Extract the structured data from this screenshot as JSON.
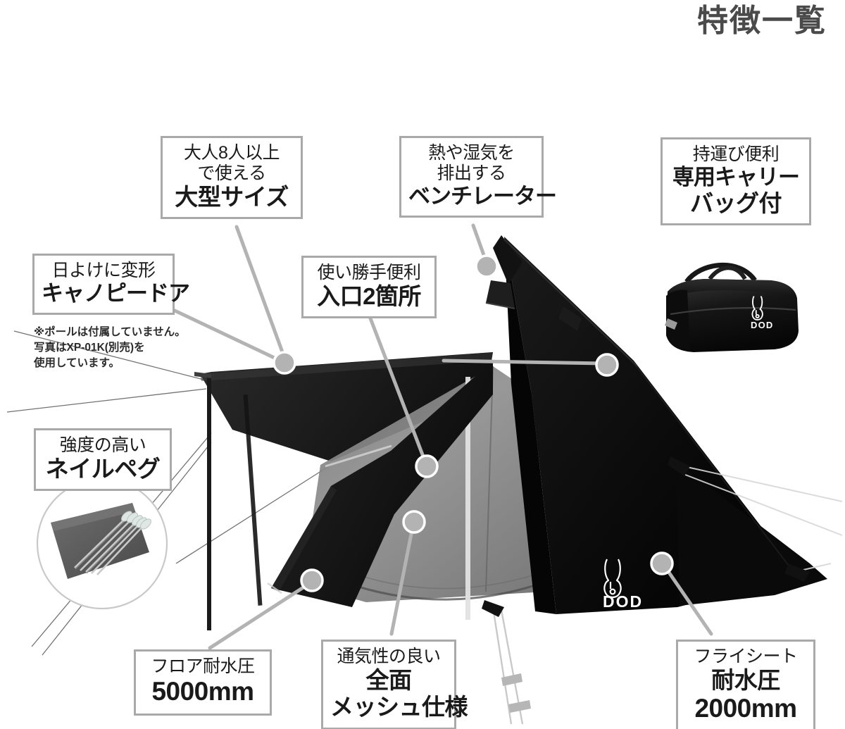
{
  "header": {
    "title": "特徴一覧"
  },
  "note": {
    "lines": [
      "※ポールは付属していません。",
      "写真はXP-01K(別売)を",
      "使用しています。"
    ]
  },
  "callouts": [
    {
      "id": "large-size",
      "lines": [
        "大人8人以上",
        "で使える",
        "大型サイズ"
      ],
      "emphasis": [
        false,
        false,
        true
      ]
    },
    {
      "id": "ventilator",
      "lines": [
        "熱や湿気を",
        "排出する",
        "ベンチレーター"
      ],
      "emphasis": [
        false,
        false,
        true
      ]
    },
    {
      "id": "carry-bag",
      "lines": [
        "持運び便利",
        "専用キャリー",
        "バッグ付"
      ],
      "emphasis": [
        false,
        true,
        true
      ]
    },
    {
      "id": "canopy-door",
      "lines": [
        "日よけに変形",
        "キャノピードア"
      ],
      "emphasis": [
        false,
        true
      ]
    },
    {
      "id": "two-entrances",
      "lines": [
        "使い勝手便利",
        "入口2箇所"
      ],
      "emphasis": [
        false,
        true
      ]
    },
    {
      "id": "nail-peg",
      "lines": [
        "強度の高い",
        "ネイルペグ"
      ],
      "emphasis": [
        false,
        true
      ]
    },
    {
      "id": "floor-waterproof",
      "lines": [
        "フロア耐水圧",
        "5000mm"
      ],
      "emphasis": [
        false,
        true
      ]
    },
    {
      "id": "full-mesh",
      "lines": [
        "通気性の良い",
        "全面",
        "メッシュ仕様"
      ],
      "emphasis": [
        false,
        true,
        true
      ]
    },
    {
      "id": "fly-waterproof",
      "lines": [
        "フライシート",
        "耐水圧",
        "2000mm"
      ],
      "emphasis": [
        false,
        true,
        true
      ]
    }
  ],
  "brand": {
    "logo_text": "DOD"
  },
  "colors": {
    "title_gray": "#4a4a4a",
    "box_border": "#a9a9a9",
    "connector": "#b0b0b0",
    "tent_black": "#0d0d0d",
    "mesh_gray": "#8c8c8c",
    "text": "#1a1a1a"
  }
}
